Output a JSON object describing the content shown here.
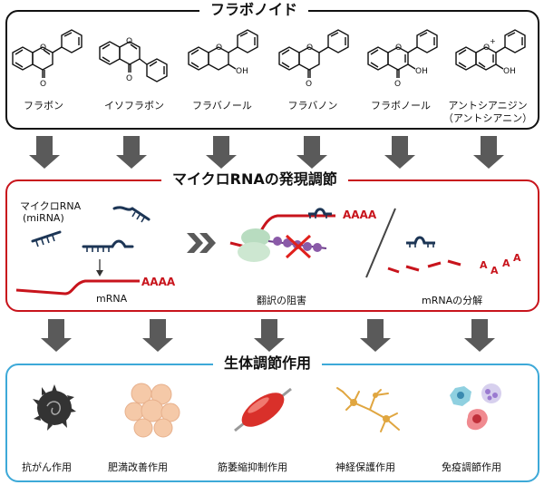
{
  "flavonoids": {
    "title": "フラボノイド",
    "items": [
      {
        "label": "フラボン"
      },
      {
        "label": "イソフラボン"
      },
      {
        "label": "フラバノール"
      },
      {
        "label": "フラバノン"
      },
      {
        "label": "フラボノール"
      },
      {
        "label": "アントシアニジン",
        "sub": "（アントシアニン）"
      }
    ]
  },
  "mirna": {
    "title": "マイクロRNAの発現調節",
    "mirna_label_1": "マイクロRNA",
    "mirna_label_2": "(miRNA)",
    "mrna_label": "mRNA",
    "polya_1": "AAAA",
    "polya_2": "AAAA",
    "polya_3": [
      "A",
      "A",
      "A",
      "A"
    ],
    "translation_block_label": "翻訳の阻害",
    "degradation_label": "mRNAの分解"
  },
  "bio": {
    "title": "生体調節作用",
    "items": [
      {
        "label": "抗がん作用"
      },
      {
        "label": "肥満改善作用"
      },
      {
        "label": "筋萎縮抑制作用"
      },
      {
        "label": "神経保護作用"
      },
      {
        "label": "免疫調節作用"
      }
    ]
  },
  "colors": {
    "red": "#c8141c",
    "blue": "#3da9d8",
    "arrow_gray": "#5a5a5a",
    "mirna_navy": "#1c3555"
  }
}
